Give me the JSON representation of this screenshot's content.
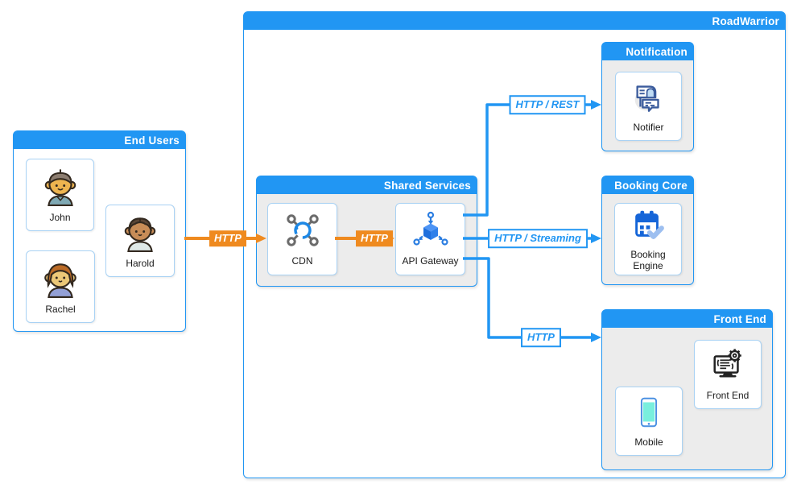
{
  "diagram": {
    "title": "RoadWarrior"
  },
  "colors": {
    "blue": "#2196f3",
    "orange": "#ef8a1f",
    "panel_gray": "#ececec",
    "card_border": "#a9d2f4"
  },
  "groups": {
    "end_users": {
      "title": "End Users",
      "members": [
        {
          "name": "John",
          "icon": "person-avatar-icon"
        },
        {
          "name": "Harold",
          "icon": "person-avatar-icon"
        },
        {
          "name": "Rachel",
          "icon": "person-avatar-icon"
        }
      ]
    },
    "shared_services": {
      "title": "Shared Services",
      "nodes": [
        {
          "label": "CDN",
          "icon": "cdn-network-icon"
        },
        {
          "label": "API Gateway",
          "icon": "api-gateway-cube-icon"
        }
      ]
    },
    "notification": {
      "title": "Notification",
      "nodes": [
        {
          "label": "Notifier",
          "icon": "notifier-mailbox-icon"
        }
      ]
    },
    "booking_core": {
      "title": "Booking Core",
      "nodes": [
        {
          "label": "Booking Engine",
          "icon": "booking-calendar-icon"
        }
      ]
    },
    "front_end": {
      "title": "Front End",
      "nodes": [
        {
          "label": "Front End",
          "icon": "frontend-monitor-gear-icon"
        },
        {
          "label": "Mobile",
          "icon": "mobile-phone-icon"
        }
      ]
    }
  },
  "edges": [
    {
      "label": "HTTP",
      "from": "End Users",
      "to": "CDN",
      "style": "orange-solid"
    },
    {
      "label": "HTTP",
      "from": "CDN",
      "to": "API Gateway",
      "style": "orange-solid"
    },
    {
      "label": "HTTP / REST",
      "from": "API Gateway",
      "to": "Notifier",
      "style": "blue-outline"
    },
    {
      "label": "HTTP / Streaming",
      "from": "API Gateway",
      "to": "Booking Engine",
      "style": "blue-outline"
    },
    {
      "label": "HTTP",
      "from": "API Gateway",
      "to": "Front End",
      "style": "blue-outline"
    }
  ]
}
